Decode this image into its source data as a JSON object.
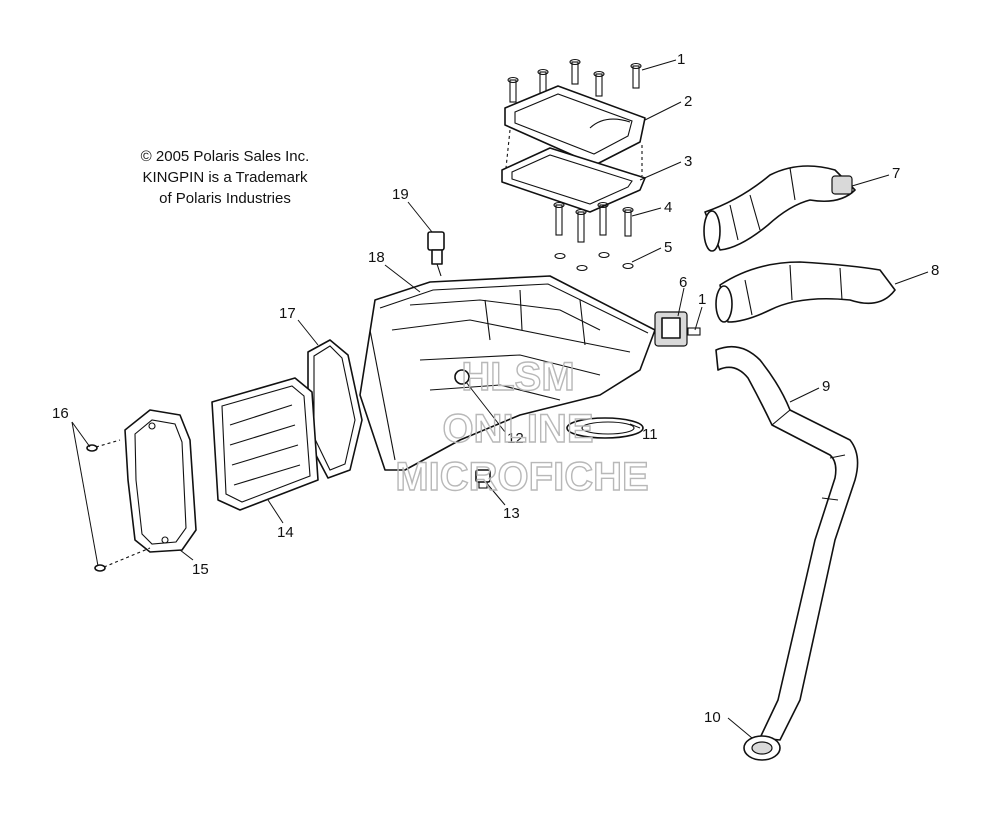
{
  "copyright": {
    "line1": "© 2005 Polaris Sales Inc.",
    "line2": "KINGPIN is a Trademark",
    "line3": "of Polaris Industries"
  },
  "watermark": {
    "line1": "HLSM",
    "line2": "ONLINE",
    "line3": "MICROFICHE"
  },
  "callouts": [
    "1",
    "2",
    "3",
    "4",
    "5",
    "6",
    "1",
    "7",
    "8",
    "9",
    "10",
    "11",
    "12",
    "13",
    "14",
    "15",
    "16",
    "17",
    "18",
    "19"
  ]
}
